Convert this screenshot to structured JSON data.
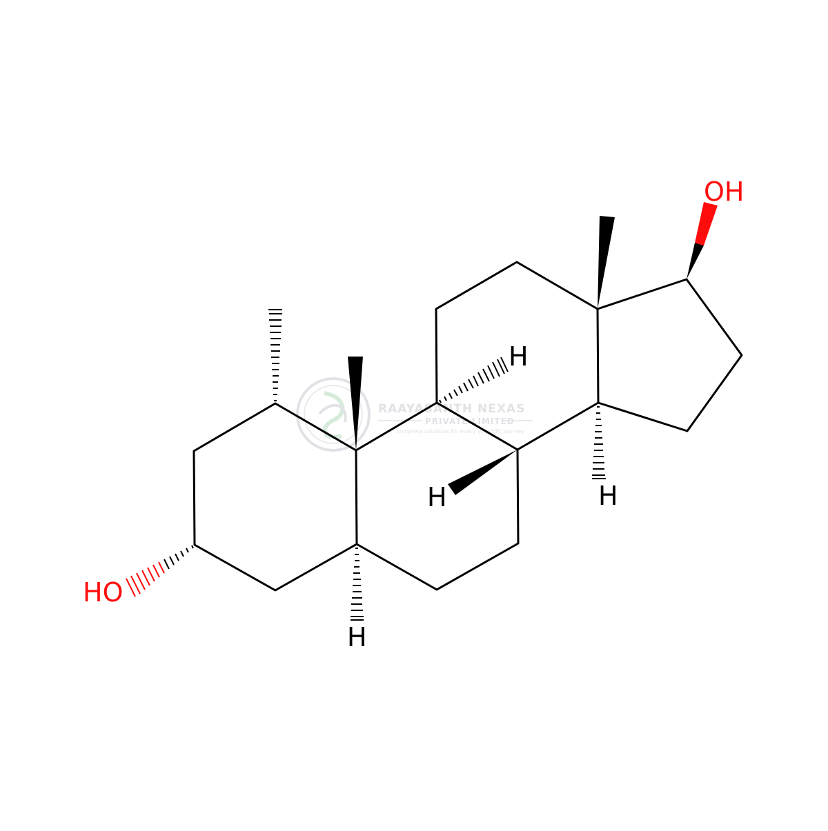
{
  "atoms": {
    "oh_top": "OH",
    "ho_left": "HO",
    "h_c9": "H",
    "h_c8": "H",
    "h_c14": "H",
    "h_c5": "H"
  },
  "watermark": {
    "company": "RAAYASANTH NEXAS",
    "subtitle": "PRIVATE LIMITED",
    "tagline": "complete solutions for every scientific journey"
  },
  "colors": {
    "bond": "#000000",
    "oxygen": "#ff0d0d",
    "watermark": "#c8ccd2"
  }
}
